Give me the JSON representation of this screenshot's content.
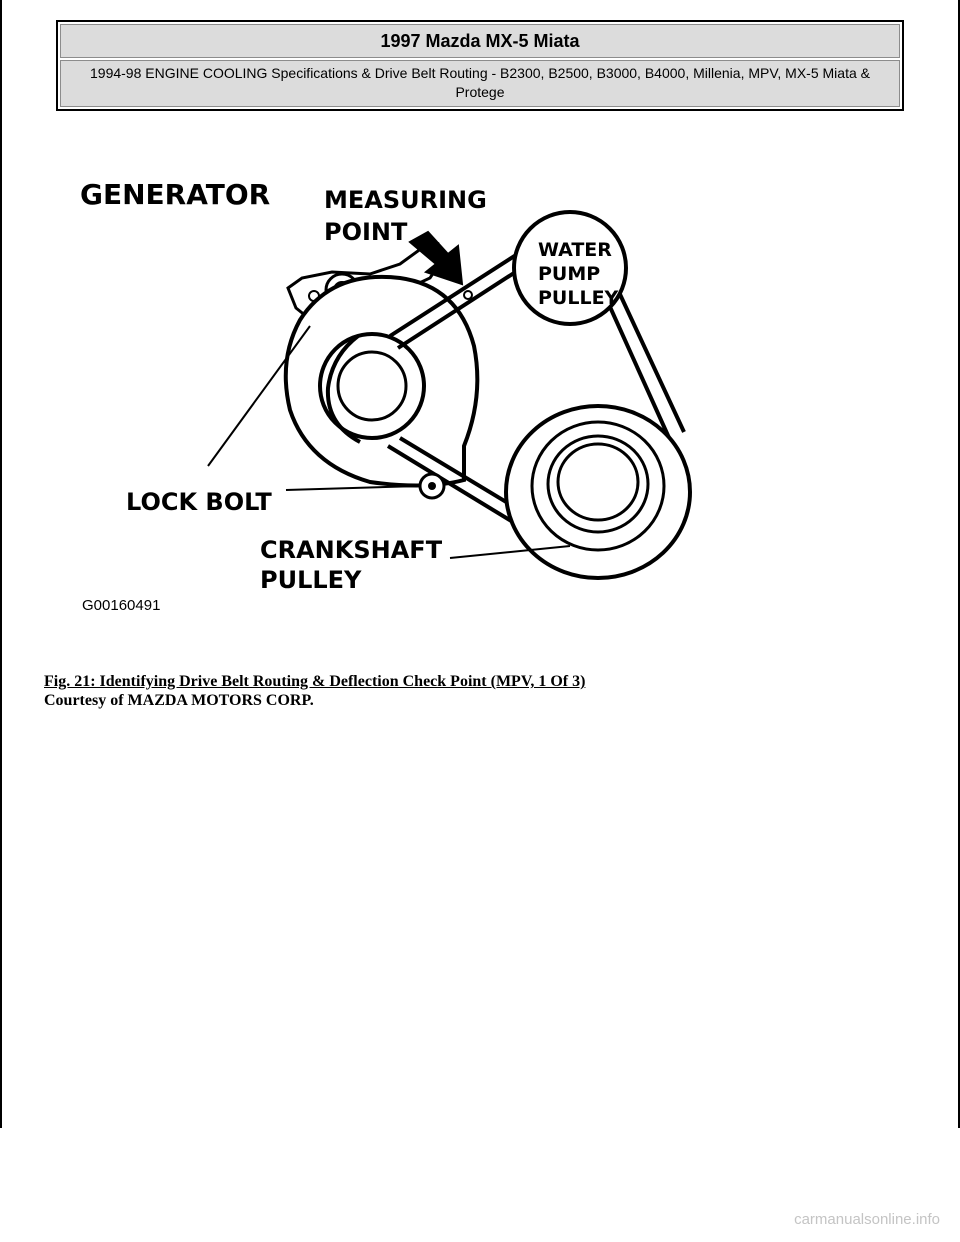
{
  "header": {
    "title": "1997 Mazda MX-5 Miata",
    "subtitle": "1994-98 ENGINE COOLING Specifications & Drive Belt Routing - B2300, B2500, B3000, B4000, Millenia, MPV, MX-5 Miata & Protege"
  },
  "figure": {
    "labels": {
      "generator": "GENERATOR",
      "measuring_point_1": "MEASURING",
      "measuring_point_2": "POINT",
      "water_pump_1": "WATER",
      "water_pump_2": "PUMP",
      "water_pump_3": "PULLEY",
      "lock_bolt": "LOCK BOLT",
      "crankshaft_1": "CRANKSHAFT",
      "crankshaft_2": "PULLEY",
      "figure_id": "G00160491"
    }
  },
  "caption": {
    "line1": "Fig. 21: Identifying Drive Belt Routing & Deflection Check Point (MPV, 1 Of 3)",
    "line2": "Courtesy of MAZDA MOTORS CORP."
  },
  "watermark": "carmanualsonline.info"
}
